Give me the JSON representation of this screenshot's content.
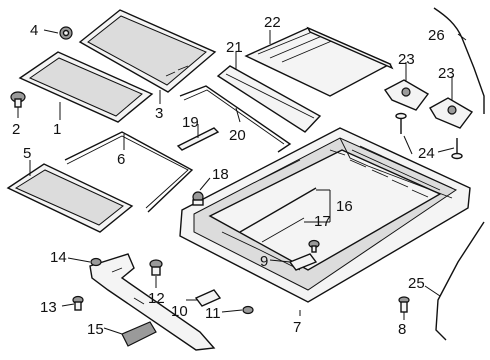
{
  "callouts": [
    {
      "id": "c1",
      "label": "1"
    },
    {
      "id": "c2",
      "label": "2"
    },
    {
      "id": "c3",
      "label": "3"
    },
    {
      "id": "c4",
      "label": "4"
    },
    {
      "id": "c5",
      "label": "5"
    },
    {
      "id": "c6",
      "label": "6"
    },
    {
      "id": "c7",
      "label": "7"
    },
    {
      "id": "c8",
      "label": "8"
    },
    {
      "id": "c9",
      "label": "9"
    },
    {
      "id": "c10",
      "label": "10"
    },
    {
      "id": "c11",
      "label": "11"
    },
    {
      "id": "c12",
      "label": "12"
    },
    {
      "id": "c13",
      "label": "13"
    },
    {
      "id": "c14",
      "label": "14"
    },
    {
      "id": "c15",
      "label": "15"
    },
    {
      "id": "c16",
      "label": "16"
    },
    {
      "id": "c17",
      "label": "17"
    },
    {
      "id": "c18",
      "label": "18"
    },
    {
      "id": "c19",
      "label": "19"
    },
    {
      "id": "c20",
      "label": "20"
    },
    {
      "id": "c21",
      "label": "21"
    },
    {
      "id": "c22",
      "label": "22"
    },
    {
      "id": "c23a",
      "label": "23"
    },
    {
      "id": "c23b",
      "label": "23"
    },
    {
      "id": "c24",
      "label": "24"
    },
    {
      "id": "c25",
      "label": "25"
    },
    {
      "id": "c26",
      "label": "26"
    }
  ]
}
